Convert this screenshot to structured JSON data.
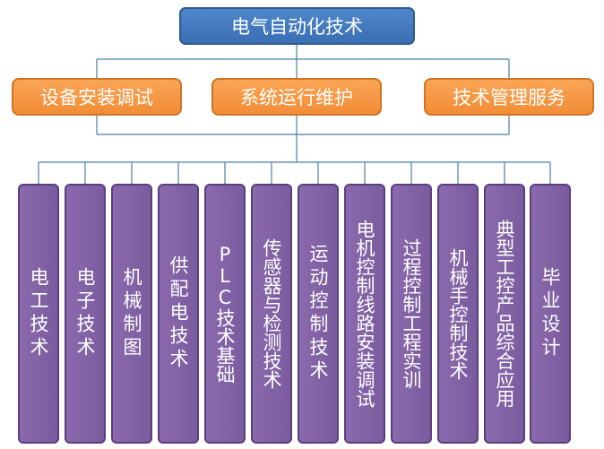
{
  "root": {
    "label": "电气自动化技术"
  },
  "directions": [
    {
      "label": "设备安装调试"
    },
    {
      "label": "系统运行维护"
    },
    {
      "label": "技术管理服务"
    }
  ],
  "courses": [
    {
      "label": "电工技术"
    },
    {
      "label": "电子技术"
    },
    {
      "label": "机械制图"
    },
    {
      "label": "供配电技术"
    },
    {
      "label": "PLC技术基础"
    },
    {
      "label": "传感器与检测技术"
    },
    {
      "label": "运动控制技术"
    },
    {
      "label": "电机控制线路安装调试"
    },
    {
      "label": "过程控制工程实训"
    },
    {
      "label": "机械手控制技术"
    },
    {
      "label": "典型工控产品综合应用"
    },
    {
      "label": "毕业设计"
    }
  ],
  "colors": {
    "root": "#3f76bd",
    "direction": "#f59a45",
    "course": "#8263a4",
    "connector": "#4a7fa8"
  }
}
